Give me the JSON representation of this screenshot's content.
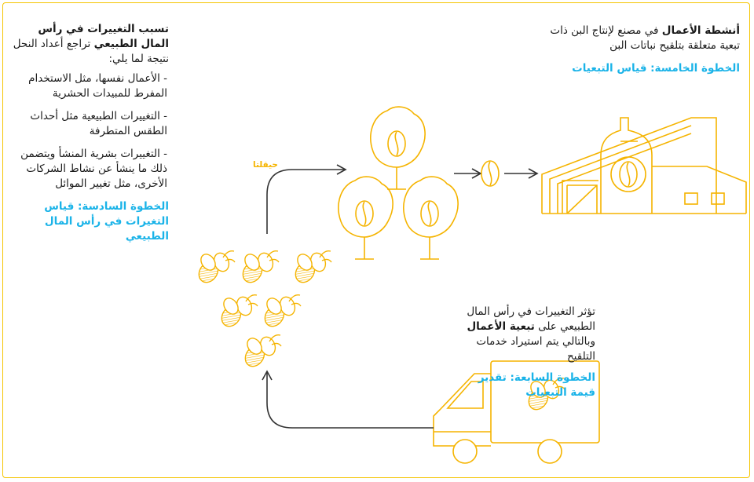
{
  "colors": {
    "accent_yellow": "#f5b400",
    "step_blue": "#1ab3e8",
    "arrow_dark": "#333333"
  },
  "top_right": {
    "bold_lead": "أنشطة الأعمال",
    "text_rest": " في مصنع لإنتاج البن ذات تبعية متعلقة بتلقيح نباتات البن",
    "step": "الخطوة الخامسة: قياس التبعيات"
  },
  "left_panel": {
    "heading_bold": "تسبب التغييرات في رأس المال الطبيعي",
    "heading_rest": " تراجع أعداد النحل نتيجة لما يلي:",
    "items": [
      "- الأعمال نفسها، مثل الاستخدام المفرط للمبيدات الحشرية",
      "- التغييرات الطبيعية مثل أحداث الطقس المتطرفة",
      "- التغييرات بشرية المنشأ ويتضمن ذلك ما ينشأ عن نشاط الشركات الأخرى، مثل تغيير الموائل"
    ],
    "step": "الخطوة السادسة: قياس التغيرات في رأس المال الطبيعي"
  },
  "right_middle": {
    "text_a": "تؤثر التغييرات في رأس المال الطبيعي على ",
    "bold": "تبعية الأعمال",
    "text_b": " وبالتالي يتم استيراد خدمات التلقيح",
    "step": "الخطوة السابعة: تقدير قيمة التبعيات"
  },
  "bee_label": "حيقلتا",
  "icons": [
    "bee-icon",
    "coffee-tree-icon",
    "coffee-bean-icon",
    "factory-icon",
    "truck-icon",
    "arrow-icon"
  ]
}
